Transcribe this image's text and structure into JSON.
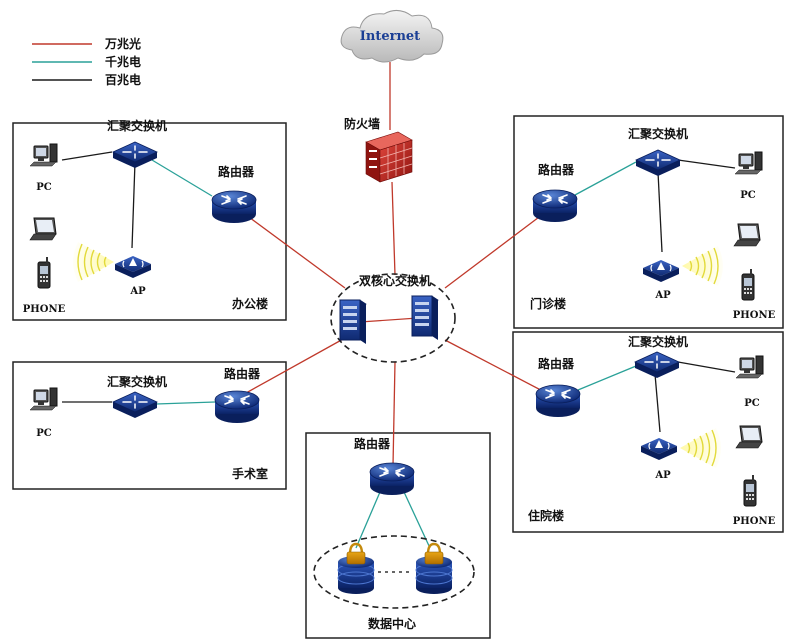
{
  "legend": {
    "items": [
      {
        "label": "万兆光",
        "color": "#c0392b"
      },
      {
        "label": "千兆电",
        "color": "#2aa198"
      },
      {
        "label": "百兆电",
        "color": "#1a1a1a"
      }
    ]
  },
  "internet": {
    "label": "Internet"
  },
  "firewall": {
    "label": "防火墙"
  },
  "core": {
    "label": "双核心交换机"
  },
  "office": {
    "area_label": "办公楼",
    "agg_switch_label": "汇聚交换机",
    "router_label": "路由器",
    "pc_label": "PC",
    "ap_label": "AP",
    "phone_label": "PHONE"
  },
  "outpatient": {
    "area_label": "门诊楼",
    "agg_switch_label": "汇聚交换机",
    "router_label": "路由器",
    "pc_label": "PC",
    "ap_label": "AP",
    "phone_label": "PHONE"
  },
  "surgery": {
    "area_label": "手术室",
    "agg_switch_label": "汇聚交换机",
    "router_label": "路由器",
    "pc_label": "PC"
  },
  "inpatient": {
    "area_label": "住院楼",
    "agg_switch_label": "汇聚交换机",
    "router_label": "路由器",
    "pc_label": "PC",
    "ap_label": "AP",
    "phone_label": "PHONE"
  },
  "datacenter": {
    "area_label": "数据中心",
    "router_label": "路由器"
  },
  "icons": [
    "cloud-icon",
    "firewall-icon",
    "router-icon",
    "switch-icon",
    "ap-icon",
    "pc-icon",
    "laptop-icon",
    "phone-icon",
    "server-icon",
    "database-icon"
  ]
}
